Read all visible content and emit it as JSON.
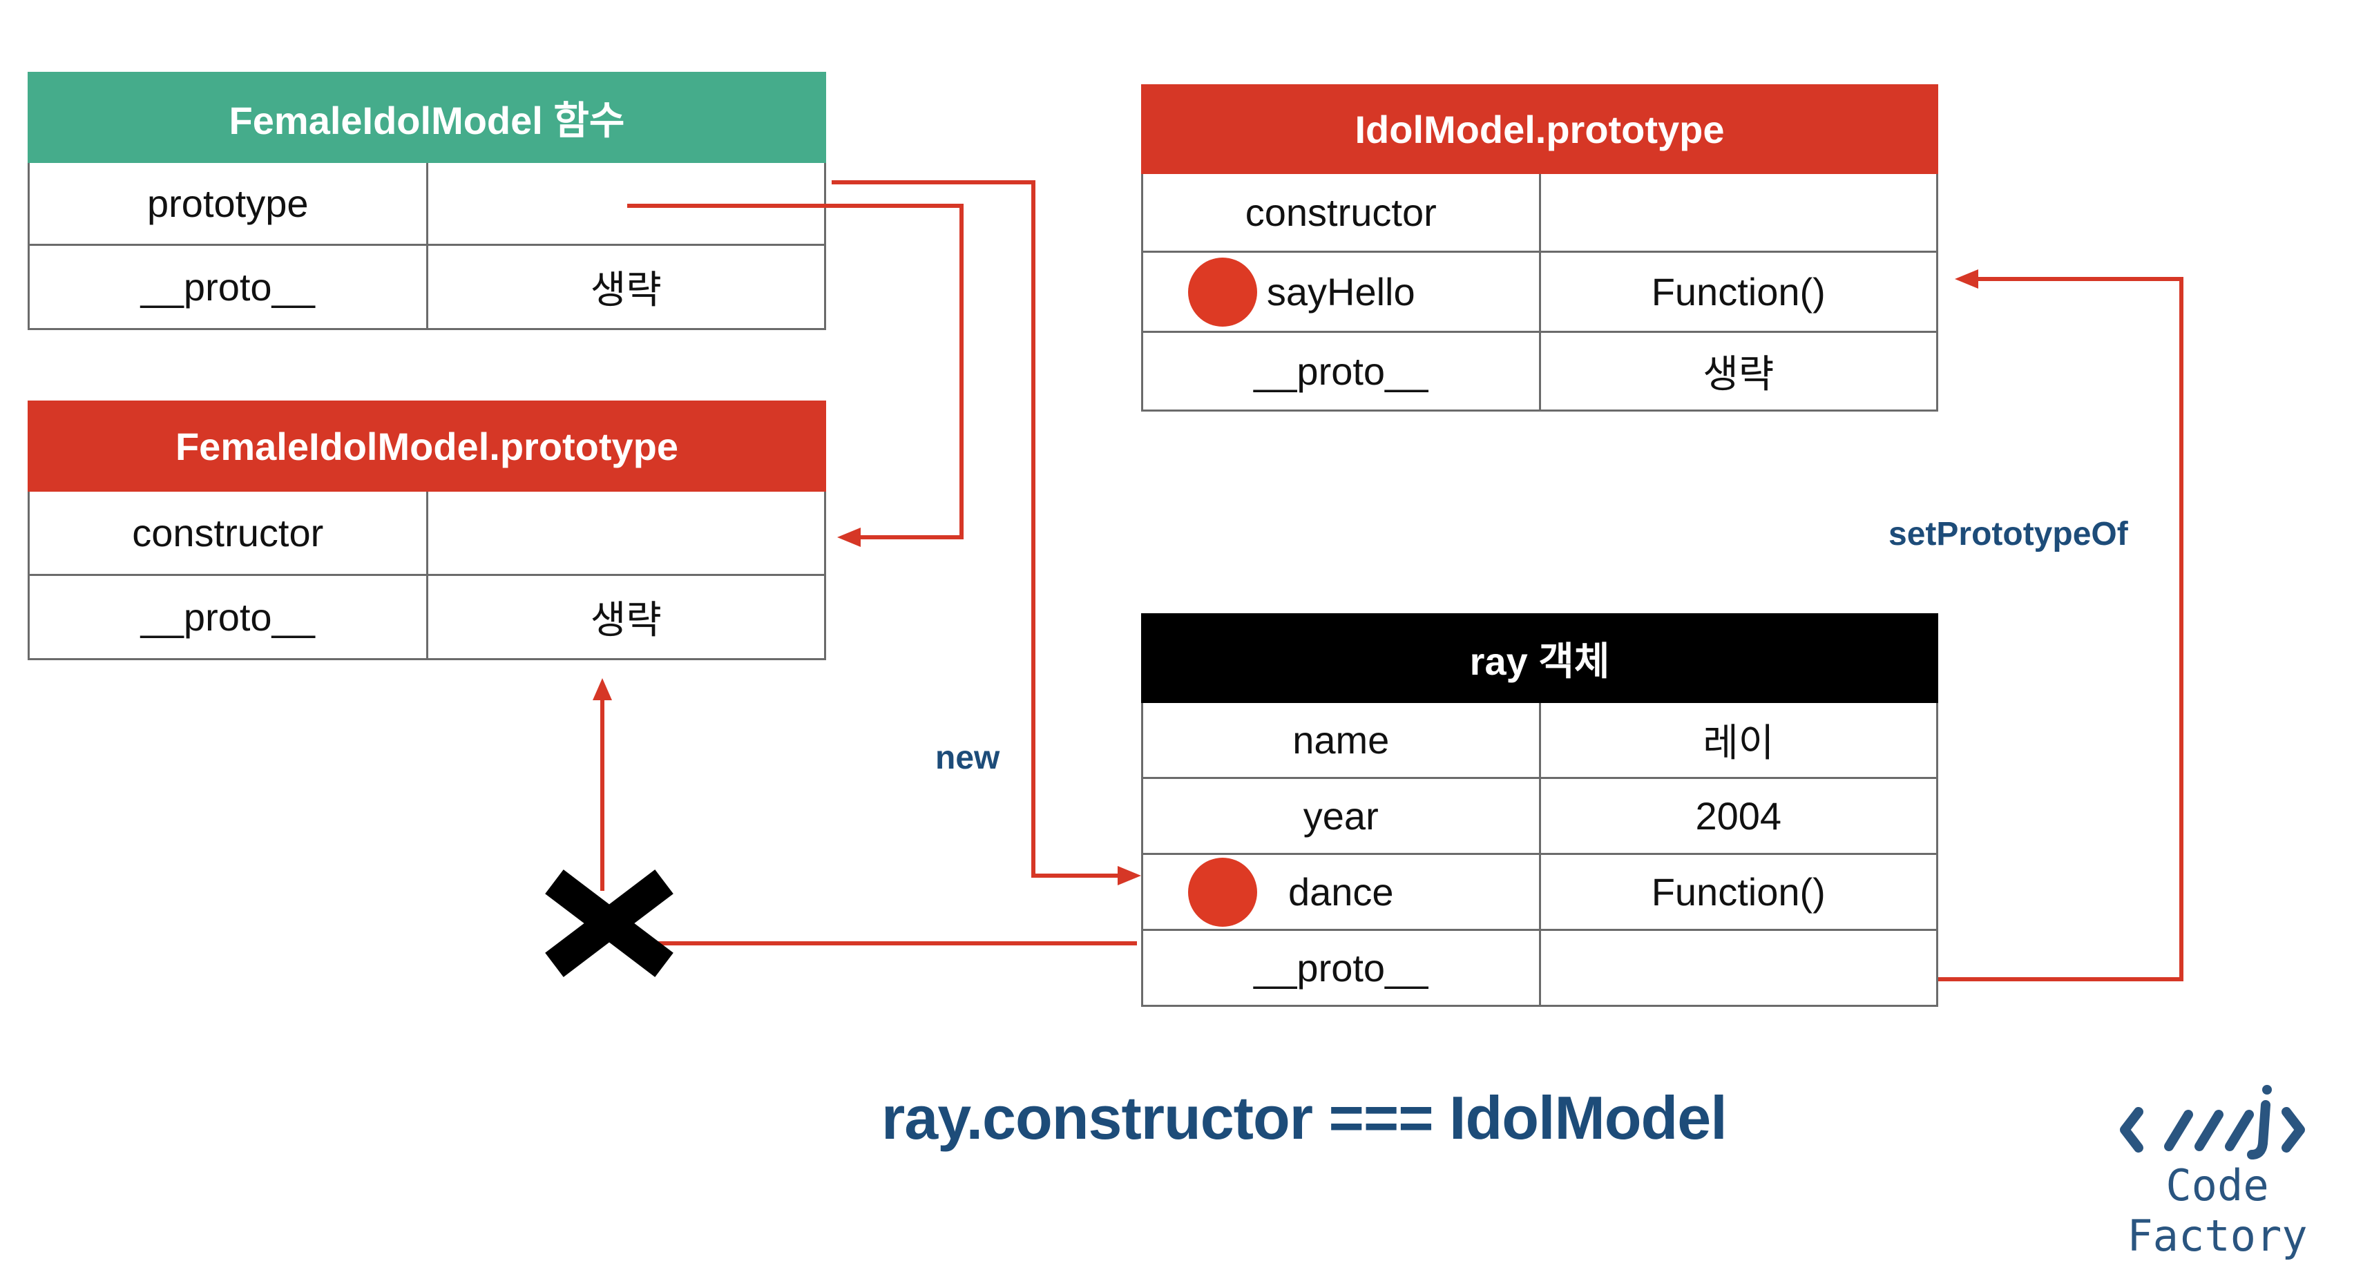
{
  "tables": {
    "female_fn": {
      "title": "FemaleIdolModel 함수",
      "rows": [
        {
          "key": "prototype",
          "value": ""
        },
        {
          "key": "__proto__",
          "value": "생략"
        }
      ]
    },
    "female_proto": {
      "title": "FemaleIdolModel.prototype",
      "rows": [
        {
          "key": "constructor",
          "value": ""
        },
        {
          "key": "__proto__",
          "value": "생략"
        }
      ]
    },
    "idol_proto": {
      "title": "IdolModel.prototype",
      "rows": [
        {
          "key": "constructor",
          "value": ""
        },
        {
          "key": "sayHello",
          "value": "Function()"
        },
        {
          "key": "__proto__",
          "value": "생략"
        }
      ]
    },
    "ray": {
      "title": "ray 객체",
      "rows": [
        {
          "key": "name",
          "value": "레이"
        },
        {
          "key": "year",
          "value": "2004"
        },
        {
          "key": "dance",
          "value": "Function()"
        },
        {
          "key": "__proto__",
          "value": ""
        }
      ]
    }
  },
  "labels": {
    "new": "new",
    "set_prototype_of": "setPrototypeOf",
    "equation": "ray.constructor === IdolModel"
  },
  "logo": {
    "text": "Code Factory"
  },
  "colors": {
    "header_green": "#45ac8b",
    "header_red": "#d63726",
    "header_black": "#000000",
    "arrow_red": "#d63726",
    "label_blue": "#1d4c79"
  }
}
